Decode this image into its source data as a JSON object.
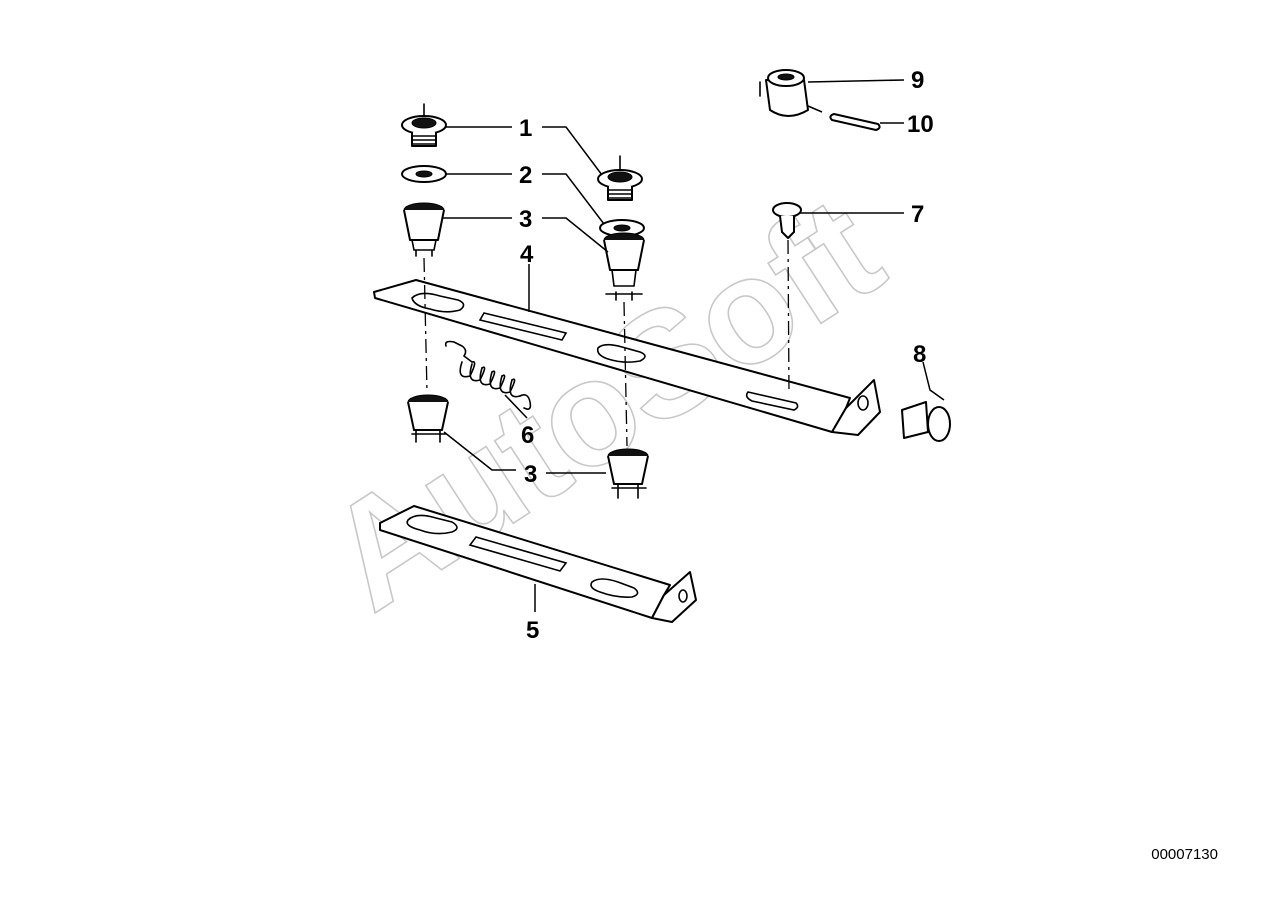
{
  "watermark": "AutoSoft",
  "diagram_number": "00007130",
  "callouts": {
    "c1a": "1",
    "c2a": "2",
    "c3a": "3",
    "c4": "4",
    "c6": "6",
    "c3b": "3",
    "c5": "5",
    "c7": "7",
    "c8": "8",
    "c9": "9",
    "c10": "10"
  }
}
